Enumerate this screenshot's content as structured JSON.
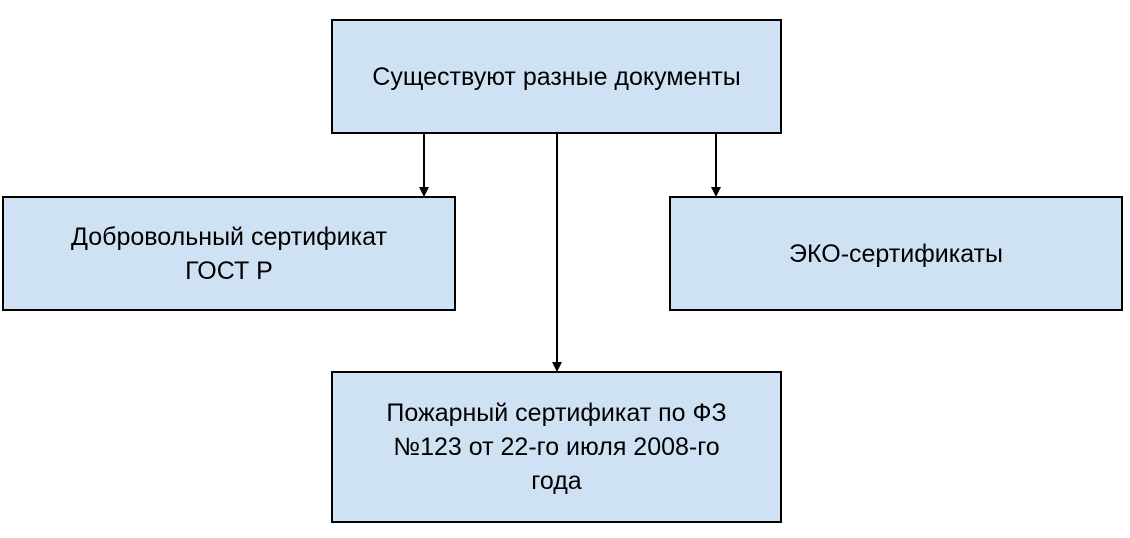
{
  "colors": {
    "box_fill": "#cfe2f3",
    "border": "#000000",
    "arrow": "#000000",
    "text": "#000000"
  },
  "nodes": {
    "root": {
      "text": "Существуют разные документы"
    },
    "left": {
      "text": "Добровольный сертификат\nГОСТ Р"
    },
    "right": {
      "text": "ЭКО-сертификаты"
    },
    "bottom": {
      "text": "Пожарный сертификат по ФЗ\n№123 от 22-го июля 2008-го\nгода"
    }
  }
}
